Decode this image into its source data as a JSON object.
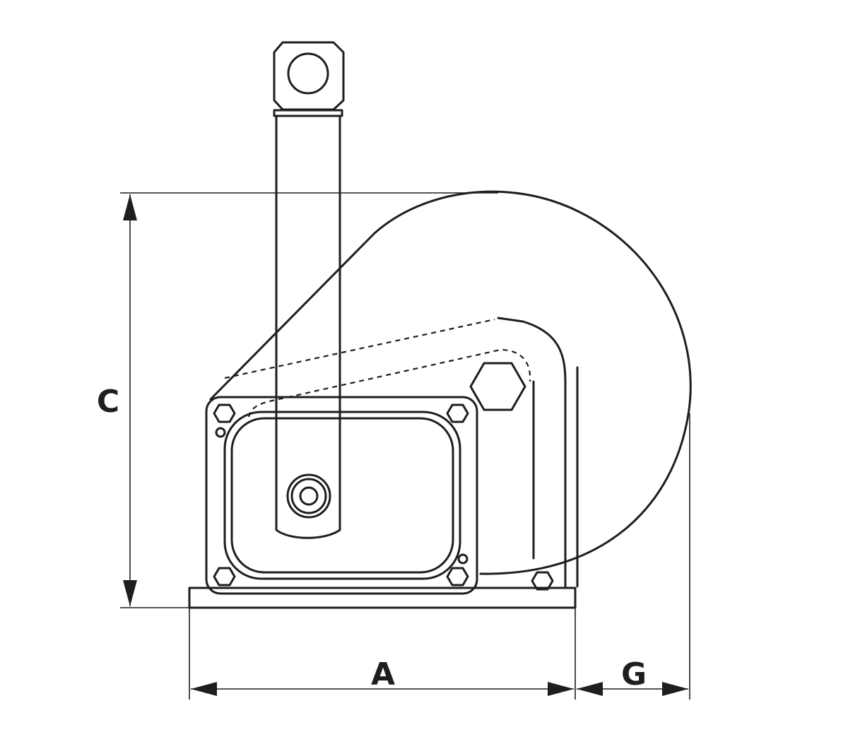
{
  "dimensions": {
    "A": "A",
    "C": "C",
    "G": "G"
  },
  "colors": {
    "stroke": "#1e1e1e",
    "background": "#ffffff"
  }
}
